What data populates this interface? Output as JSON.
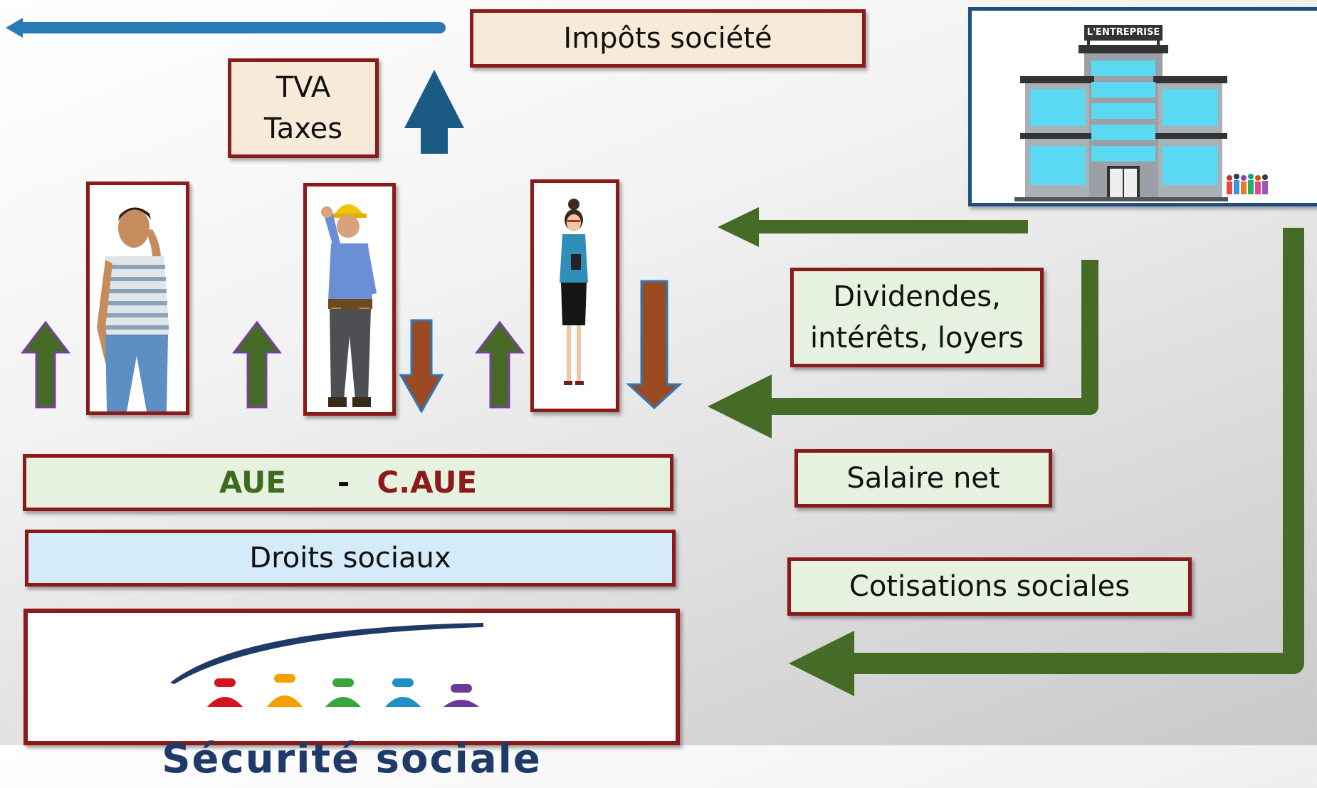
{
  "boxes": {
    "impots_societe": "Impôts société",
    "tva_line1": "TVA",
    "tva_line2": "Taxes",
    "dividendes_line1": "Dividendes,",
    "dividendes_line2": "intérêts, loyers",
    "salaire_net": "Salaire net",
    "cotisations_sociales": "Cotisations sociales",
    "droits_sociaux": "Droits sociaux"
  },
  "aue_bar": {
    "aue": "AUE",
    "separator": "-",
    "caue": "C.AUE"
  },
  "enterprise": {
    "sign": "L'ENTREPRISE"
  },
  "securite_sociale": {
    "logo_text": "Sécurité sociale"
  },
  "colors": {
    "border": "#8b1a1a",
    "green_arrow": "#466b26",
    "brown_arrow": "#9c4a22",
    "blue_arrow": "#1c5a86",
    "top_line": "#2a7ab8"
  },
  "people": [
    {
      "icon": "stressed-man-icon"
    },
    {
      "icon": "construction-worker-icon"
    },
    {
      "icon": "businesswoman-icon"
    }
  ]
}
